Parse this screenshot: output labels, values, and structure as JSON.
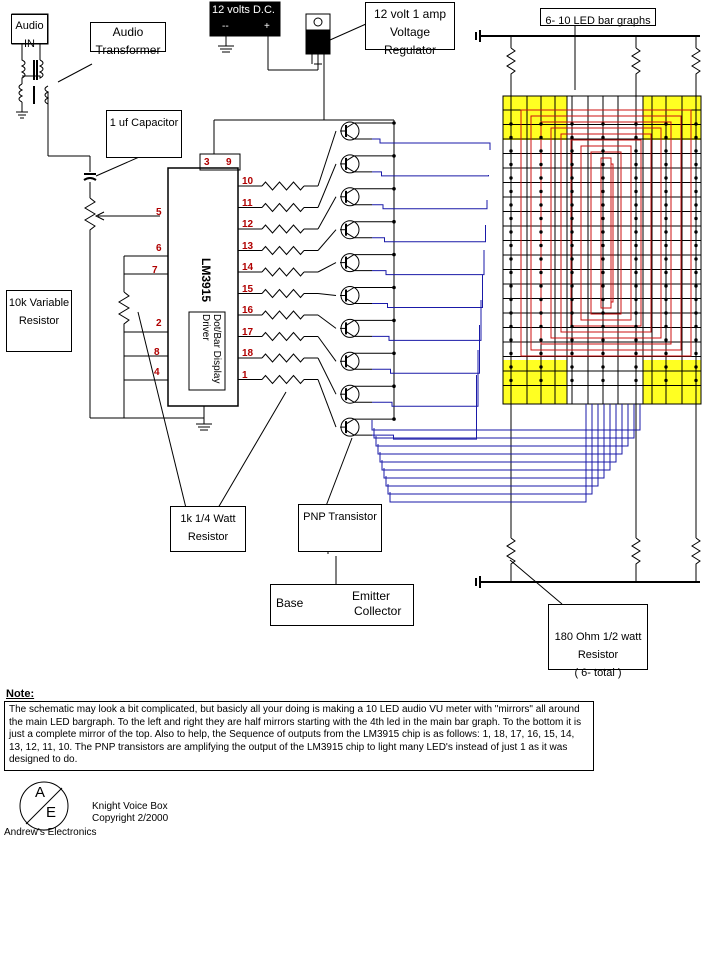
{
  "labels": {
    "audio_in": "Audio\nIN",
    "audio_transformer": "Audio\nTransformer",
    "power_supply": "12 volts D.C.",
    "power_minus": "--",
    "power_plus": "+",
    "regulator": "12 volt 1 amp\nVoltage\nRegulator",
    "bar_graphs": "6- 10 LED bar graphs",
    "capacitor": "1 uf Capacitor",
    "variable_resistor": "10k Variable\nResistor",
    "chip_name": "LM3915",
    "chip_function": "Dot/Bar Display\nDriver",
    "resistor_1k": "1k 1/4 Watt\nResistor",
    "pnp_transistor": "PNP Transistor",
    "base": "Base",
    "emitter": "Emitter",
    "collector": "Collector",
    "resistor_180": "180 Ohm 1/2 watt\nResistor\n( 6- total )"
  },
  "pins": {
    "top": [
      "3",
      "9"
    ],
    "left": [
      "5",
      "6",
      "7",
      "2",
      "8",
      "4"
    ],
    "right": [
      "10",
      "11",
      "12",
      "13",
      "14",
      "15",
      "16",
      "17",
      "18",
      "1"
    ]
  },
  "note": {
    "title": "Note:",
    "text": "The schematic may look a bit complicated, but basicly all your doing is making a 10 LED audio VU meter with \"mirrors\" all around the main LED bargraph. To the left and right they are half mirrors starting with the 4th led in the main bar graph. To the bottom it is just a complete mirror of the top.  Also to help, the Sequence of outputs from the LM3915 chip is as follows: 1, 18, 17, 16, 15, 14, 13, 12, 11, 10.  The PNP transistors are amplifying the output of the LM3915 chip to light many LED's instead of just 1 as it was designed to do."
  },
  "footer": {
    "logo_a": "A",
    "logo_e": "E",
    "company": "Andrew's Electronics",
    "project": "Knight Voice Box",
    "copyright": "Copyright 2/2000"
  },
  "colors": {
    "wire": "#000000",
    "signal_wire": "#1a1aa8",
    "trace": "#cc1010",
    "highlight": "#ffff22",
    "pin_label": "#b00000"
  }
}
